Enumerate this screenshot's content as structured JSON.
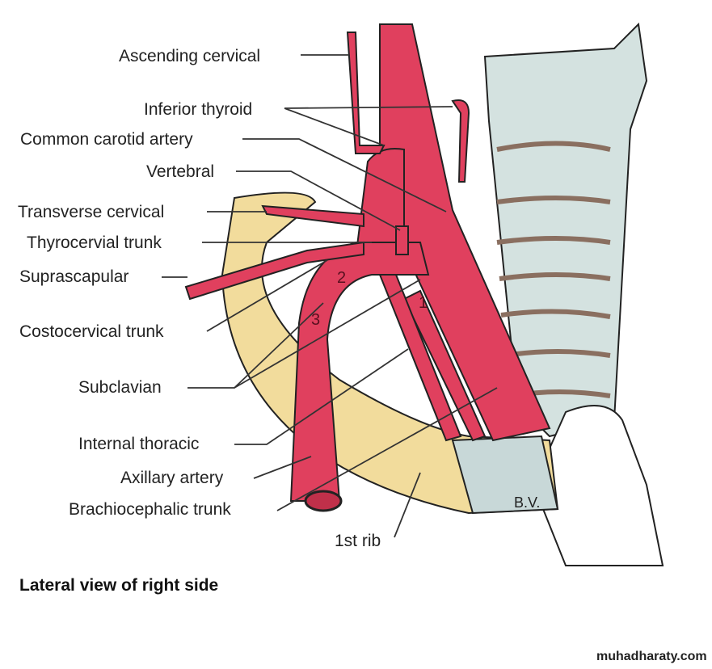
{
  "labels": {
    "ascending_cervical": "Ascending cervical",
    "inferior_thyroid": "Inferior thyroid",
    "common_carotid": "Common carotid artery",
    "vertebral": "Vertebral",
    "transverse_cervical": "Transverse cervical",
    "thyrocervical_trunk": "Thyrocervial trunk",
    "suprascapular": "Suprascapular",
    "costocervical_trunk": "Costocervical trunk",
    "subclavian": "Subclavian",
    "internal_thoracic": "Internal thoracic",
    "axillary_artery": "Axillary artery",
    "brachiocephalic_trunk": "Brachiocephalic trunk",
    "first_rib": "1st rib"
  },
  "part_numbers": [
    "1",
    "2",
    "3"
  ],
  "artist_initials": "B.V.",
  "caption": "Lateral view of right side",
  "watermark": "muhadharaty.com",
  "colors": {
    "artery": "#e0405e",
    "rib": "#f2dc9c",
    "cartilage": "#c8d8d8",
    "line": "#222222"
  }
}
